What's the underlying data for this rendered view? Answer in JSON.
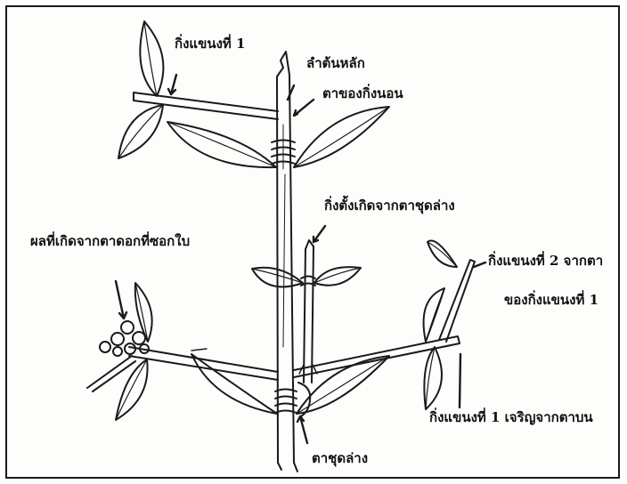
{
  "labels": {
    "branch1_top": "กิ่งแขนงที่ 1",
    "main_stem": "ลำต้นหลัก",
    "lateral_bud": "ตาของกิ่งนอน",
    "vertical_branch": "กิ่งตั้งเกิดจากตาชุดล่าง",
    "fruit": "ผลที่เกิดจากตาดอกที่ซอกใบ",
    "branch2_line1": "กิ่งแขนงที่ 2 จากตา",
    "branch2_line2": "ของกิ่งแขนงที่  1",
    "branch1_upper_bud": "กิ่งแขนงที่ 1 เจริญจากตาบน",
    "lower_bud": "ตาชุดล่าง"
  },
  "colors": {
    "ink": "#1a1a1a",
    "background": "#fdfdfb"
  }
}
